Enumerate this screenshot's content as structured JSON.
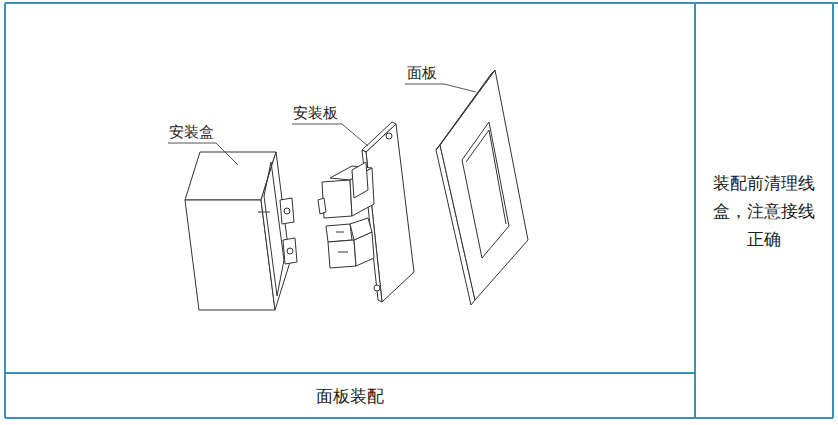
{
  "diagram": {
    "nodes": [
      {
        "text": [
          "面板装配"
        ]
      },
      {
        "text": [
          "装配前清理线盒，注意接线正确"
        ]
      }
    ],
    "labels": [
      "面板",
      "安装板",
      "安装盒"
    ]
  }
}
